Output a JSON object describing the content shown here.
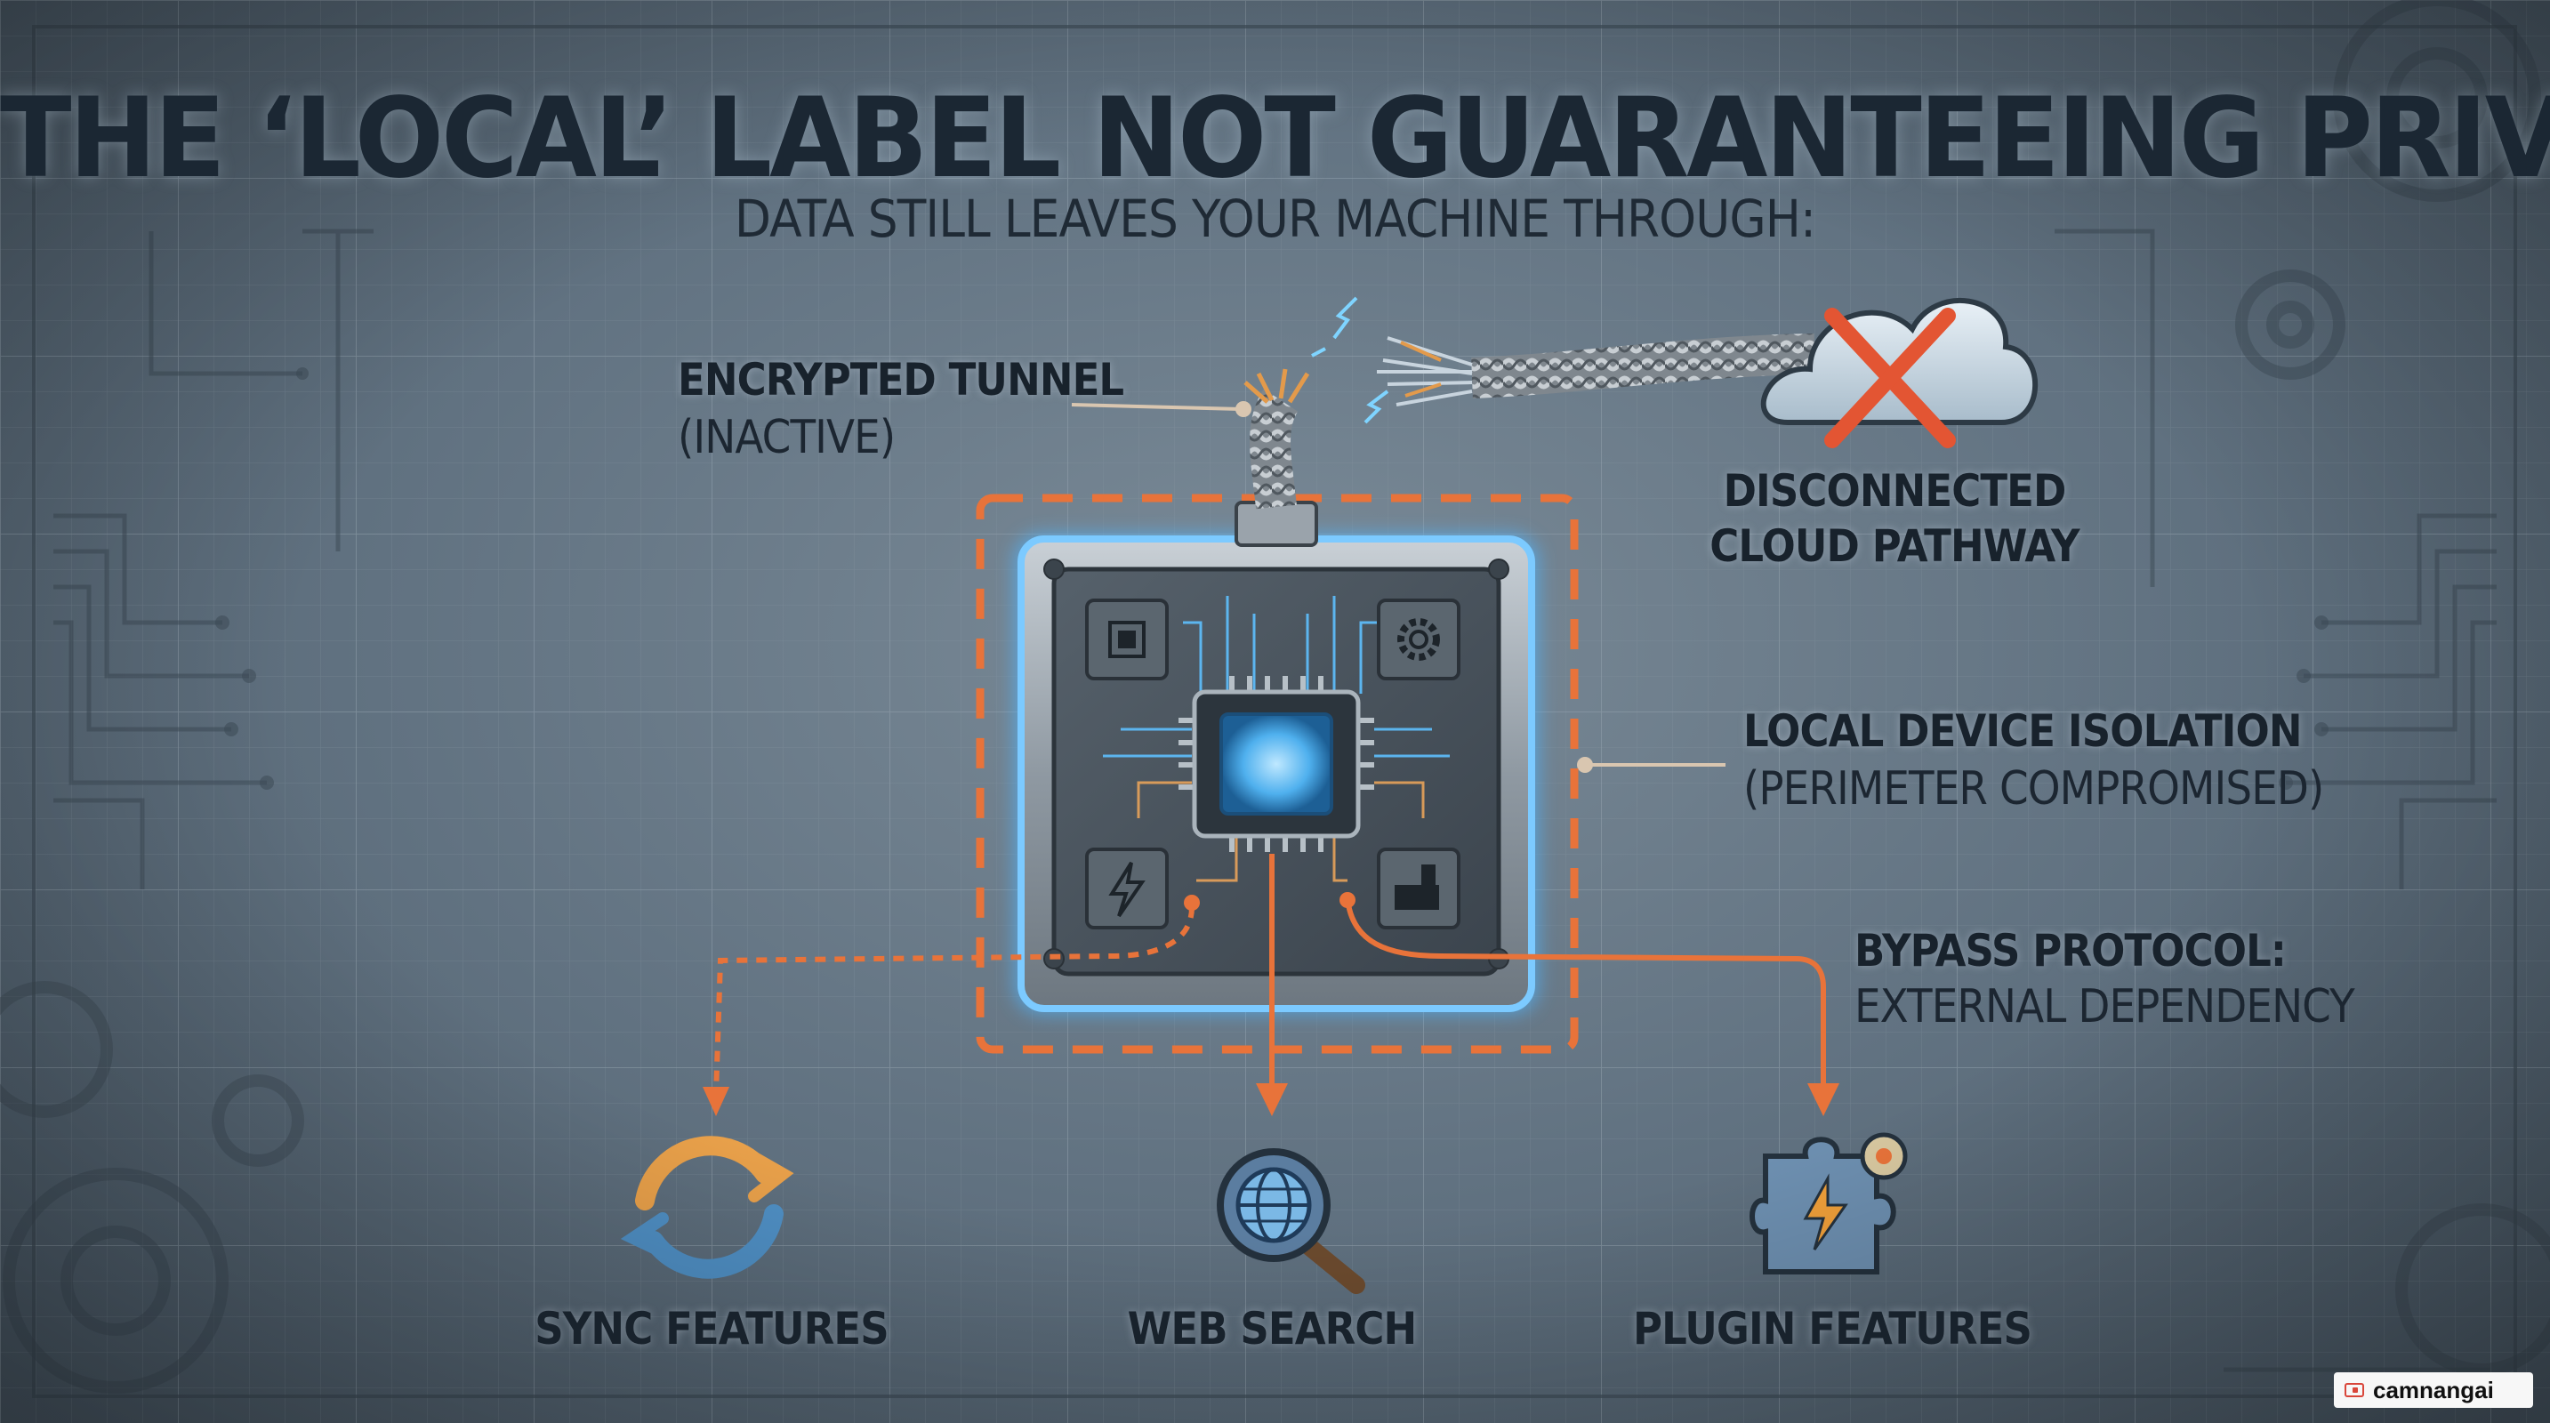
{
  "title": "THE ‘LOCAL’ LABEL NOT GUARANTEEING PRIVACY",
  "subtitle": "DATA STILL LEAVES YOUR MACHINE THROUGH:",
  "labels": {
    "tunnel_title": "ENCRYPTED TUNNEL",
    "tunnel_state": "(INACTIVE)",
    "cloud_line1": "DISCONNECTED",
    "cloud_line2": "CLOUD PATHWAY",
    "isolation_title": "LOCAL DEVICE ISOLATION",
    "isolation_state": "(PERIMETER COMPROMISED)",
    "bypass_title": "BYPASS PROTOCOL:",
    "bypass_detail": "EXTERNAL DEPENDENCY"
  },
  "outputs": [
    {
      "label": "SYNC FEATURES",
      "icon": "sync-icon"
    },
    {
      "label": "WEB SEARCH",
      "icon": "web-search-icon"
    },
    {
      "label": "PLUGIN FEATURES",
      "icon": "plugin-icon"
    }
  ],
  "watermark": "camnangai",
  "colors": {
    "background": "#617281",
    "text": "#1b2733",
    "accent_orange": "#e8733a",
    "accent_blue": "#4fb6ff",
    "cloud_cross": "#e35533"
  }
}
